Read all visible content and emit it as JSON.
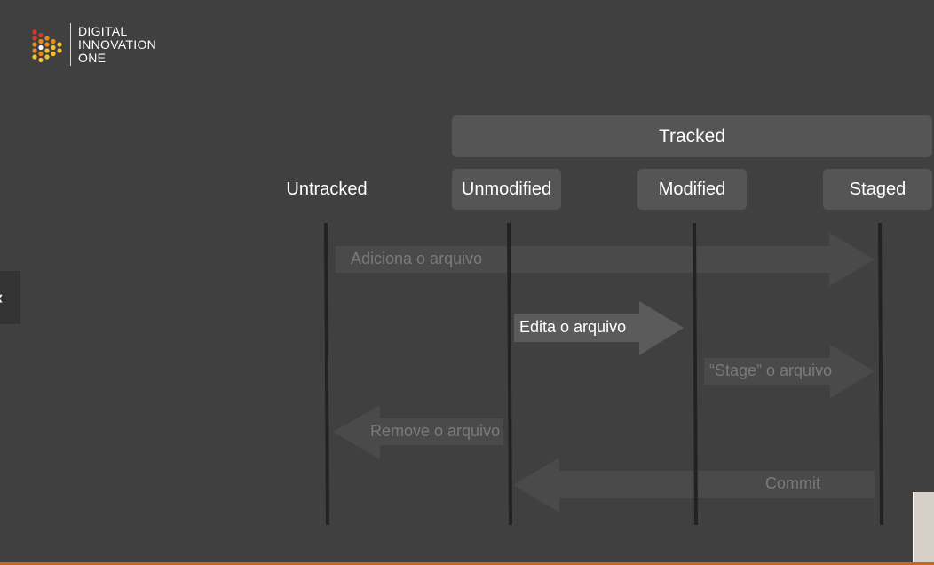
{
  "logo": {
    "lines": [
      "DIGITAL",
      "INNOVATION",
      "ONE"
    ],
    "colors": {
      "accent_orange": "#e8891c",
      "accent_red": "#d4382c",
      "accent_yellow": "#f2c12e"
    }
  },
  "diagram": {
    "group_label": "Tracked",
    "states": {
      "untracked": "Untracked",
      "unmodified": "Unmodified",
      "modified": "Modified",
      "staged": "Staged"
    },
    "transitions": [
      {
        "label": "Adiciona o arquivo",
        "from": "Untracked",
        "to": "Staged",
        "highlighted": false
      },
      {
        "label": "Edita o arquivo",
        "from": "Unmodified",
        "to": "Modified",
        "highlighted": true
      },
      {
        "label": "“Stage” o arquivo",
        "from": "Modified",
        "to": "Staged",
        "highlighted": false
      },
      {
        "label": "Remove o arquivo",
        "from": "Unmodified",
        "to": "Untracked",
        "highlighted": false
      },
      {
        "label": "Commit",
        "from": "Staged",
        "to": "Unmodified",
        "highlighted": false
      }
    ]
  },
  "nav": {
    "back_icon": "chevron-left-icon",
    "back_glyph": "‹"
  },
  "theme": {
    "background": "#404040",
    "box": "#555555",
    "arrow_dim": "#4a4a4a",
    "arrow_bright": "#5b5b5b",
    "lifeline": "#222222",
    "bottom_bar": "#c8661e"
  }
}
